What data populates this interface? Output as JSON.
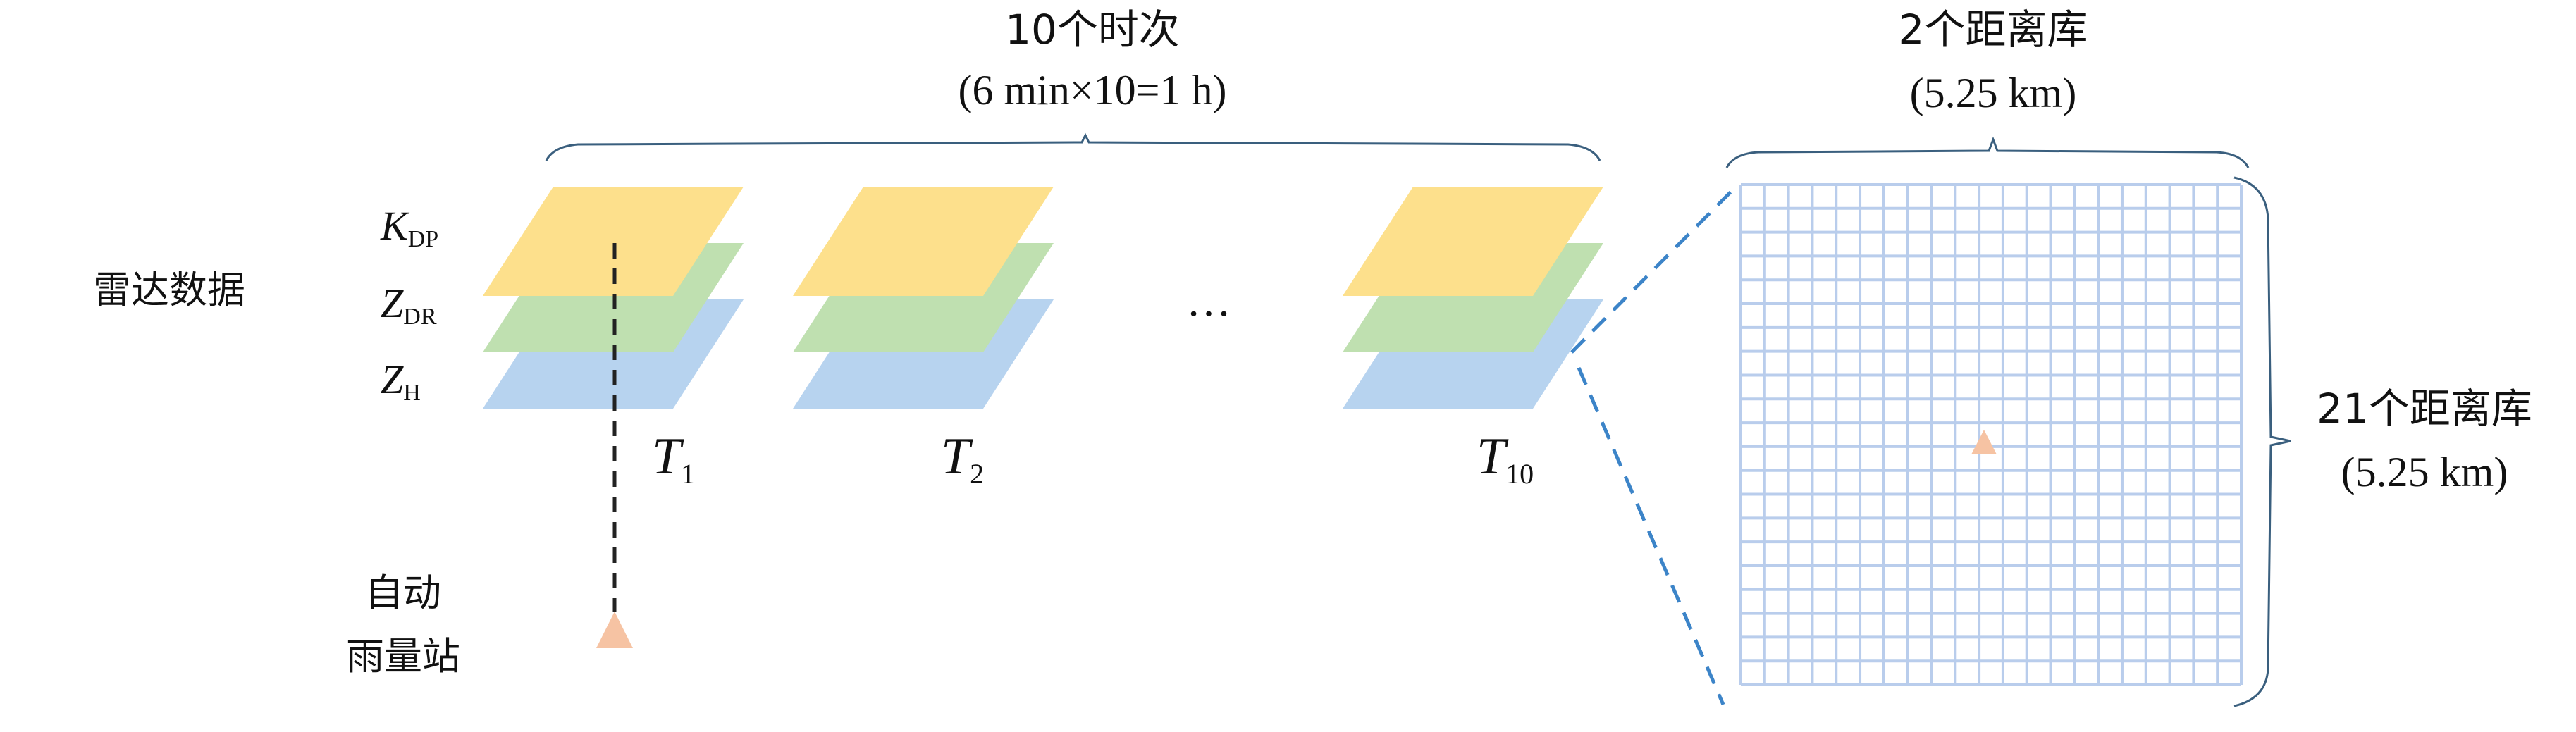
{
  "labels": {
    "radar_data": "雷达数据",
    "kdp": {
      "main": "K",
      "sub": "DP"
    },
    "zdr": {
      "main": "Z",
      "sub": "DR"
    },
    "zh": {
      "main": "Z",
      "sub": "H"
    },
    "rain_station_line1": "自动",
    "rain_station_line2": "雨量站",
    "time_count": "10个时次",
    "time_detail": "(6 min×10=1 h)",
    "ellipsis": "…",
    "t1": {
      "main": "T",
      "sub": "1"
    },
    "t2": {
      "main": "T",
      "sub": "2"
    },
    "t10": {
      "main": "T",
      "sub": "10"
    },
    "grid_top_count": "2个距离库",
    "grid_top_km": "(5.25 km)",
    "grid_right_count": "21个距离库",
    "grid_right_km": "(5.25 km)"
  },
  "colors": {
    "kdp_layer": "#fde08c",
    "zdr_layer": "#bfe0b0",
    "zh_layer": "#b7d3ef",
    "grid_line": "#b9cdec",
    "dashed_zoom": "#3c84c8",
    "station_marker": "#f6c3a3",
    "brace": "#3a5f7e"
  },
  "grid": {
    "columns": 21,
    "rows": 21
  }
}
